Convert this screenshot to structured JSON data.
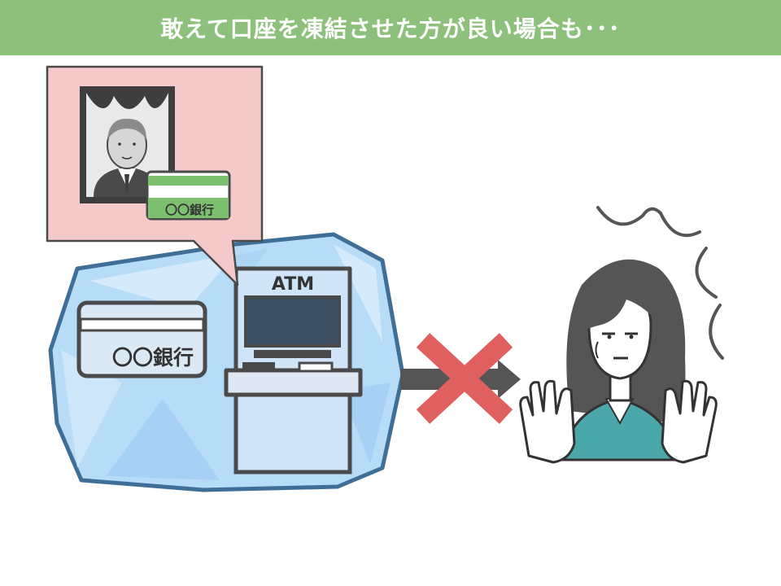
{
  "header": {
    "title": "敢えて口座を凍結させた方が良い場合も･･･"
  },
  "bank_card": {
    "label": "〇〇銀行"
  },
  "atm": {
    "label": "ATM"
  },
  "bubble_card": {
    "label": "〇〇銀行"
  },
  "colors": {
    "header_bg": "#8dc07b",
    "ice": "#b7dcf8",
    "ice_border": "#3f6f97",
    "bubble_bg": "#f5c9c9",
    "cross": "#e06060",
    "card_stripe": "#7cbf6e"
  }
}
